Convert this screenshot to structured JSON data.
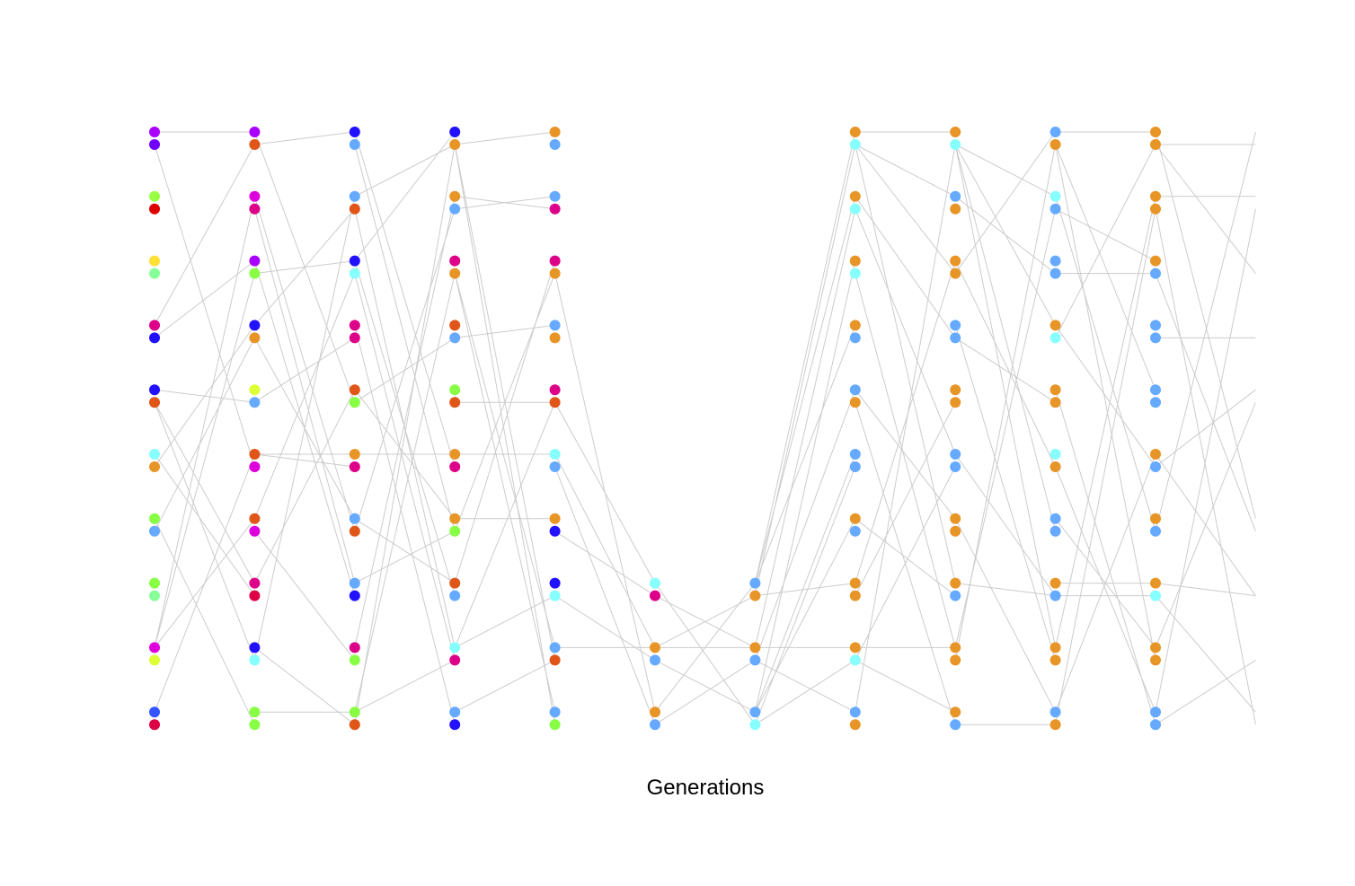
{
  "xlabel": "Generations",
  "palette": {
    "P": "#aa00ff",
    "V": "#7000ff",
    "L": "#99ff44",
    "R": "#dd0000",
    "Y": "#ffe033",
    "M": "#88ff99",
    "K": "#dd0088",
    "B": "#2211ff",
    "O": "#e05518",
    "C": "#88ffff",
    "A": "#e89528",
    "S": "#66aaff",
    "G": "#88ff44",
    "H": "#dd00dd",
    "W": "#ddff33",
    "U": "#3355ff",
    "D": "#dd0044"
  },
  "generations": [
    [
      "P",
      "V",
      "L",
      "R",
      "Y",
      "M",
      "K",
      "B",
      "B",
      "O",
      "C",
      "A",
      "G",
      "S",
      "G",
      "M",
      "H",
      "W",
      "U",
      "D"
    ],
    [
      "P",
      "O",
      "H",
      "K",
      "P",
      "G",
      "B",
      "A",
      "W",
      "S",
      "O",
      "H",
      "O",
      "H",
      "K",
      "D",
      "B",
      "C",
      "G",
      "G"
    ],
    [
      "B",
      "S",
      "S",
      "O",
      "B",
      "C",
      "K",
      "K",
      "O",
      "G",
      "A",
      "K",
      "S",
      "O",
      "S",
      "B",
      "K",
      "G",
      "G",
      "O"
    ],
    [
      "B",
      "A",
      "A",
      "S",
      "K",
      "A",
      "O",
      "S",
      "G",
      "O",
      "A",
      "K",
      "A",
      "G",
      "O",
      "S",
      "C",
      "K",
      "S",
      "B"
    ],
    [
      "A",
      "S",
      "S",
      "K",
      "K",
      "A",
      "S",
      "A",
      "K",
      "O",
      "C",
      "S",
      "A",
      "B",
      "B",
      "C",
      "S",
      "O",
      "S",
      "G"
    ],
    [
      null,
      null,
      null,
      null,
      null,
      null,
      null,
      null,
      null,
      null,
      null,
      null,
      null,
      null,
      "C",
      "K",
      "A",
      "S",
      "A",
      "S"
    ],
    [
      null,
      null,
      null,
      null,
      null,
      null,
      null,
      null,
      null,
      null,
      null,
      null,
      null,
      null,
      "S",
      "A",
      "A",
      "S",
      "S",
      "C"
    ],
    [
      "A",
      "C",
      "A",
      "C",
      "A",
      "C",
      "A",
      "S",
      "S",
      "A",
      "S",
      "S",
      "A",
      "S",
      "A",
      "A",
      "A",
      "C",
      "S",
      "A"
    ],
    [
      "A",
      "C",
      "S",
      "A",
      "A",
      "A",
      "S",
      "S",
      "A",
      "A",
      "S",
      "S",
      "A",
      "A",
      "A",
      "S",
      "A",
      "A",
      "A",
      "S"
    ],
    [
      "S",
      "A",
      "C",
      "S",
      "S",
      "S",
      "A",
      "C",
      "A",
      "A",
      "C",
      "A",
      "S",
      "S",
      "A",
      "S",
      "A",
      "A",
      "S",
      "A"
    ],
    [
      "A",
      "A",
      "A",
      "A",
      "A",
      "S",
      "S",
      "S",
      "S",
      "S",
      "A",
      "S",
      "A",
      "S",
      "A",
      "C",
      "A",
      "A",
      "S",
      "S"
    ]
  ],
  "edges": [
    [
      [
        0,
        0
      ],
      [
        1,
        11
      ],
      [
        6,
        1
      ],
      [
        7,
        4
      ],
      [
        8,
        9
      ],
      [
        9,
        17
      ],
      [
        9,
        14
      ],
      [
        10,
        15
      ],
      [
        11,
        6
      ],
      [
        12,
        19
      ],
      [
        13,
        7
      ],
      [
        16,
        2
      ],
      [
        16,
        5
      ],
      [
        16,
        12
      ],
      [
        18,
        10
      ]
    ],
    [
      [
        0,
        9
      ],
      [
        1,
        0
      ],
      [
        2,
        13
      ],
      [
        3,
        14
      ],
      [
        4,
        15
      ],
      [
        5,
        4
      ],
      [
        6,
        3
      ],
      [
        7,
        12
      ],
      [
        9,
        7
      ],
      [
        10,
        10
      ],
      [
        10,
        11
      ],
      [
        12,
        5
      ],
      [
        13,
        17
      ],
      [
        14,
        8
      ],
      [
        16,
        19
      ],
      [
        17,
        2
      ],
      [
        18,
        18
      ]
    ],
    [
      [
        0,
        11
      ],
      [
        1,
        13
      ],
      [
        2,
        1
      ],
      [
        3,
        16
      ],
      [
        4,
        0
      ],
      [
        4,
        15
      ],
      [
        5,
        17
      ],
      [
        6,
        19
      ],
      [
        8,
        12
      ],
      [
        9,
        7
      ],
      [
        10,
        10
      ],
      [
        12,
        14
      ],
      [
        13,
        3
      ],
      [
        14,
        13
      ],
      [
        16,
        2
      ],
      [
        18,
        5
      ],
      [
        18,
        17
      ],
      [
        19,
        1
      ]
    ],
    [
      [
        1,
        0
      ],
      [
        1,
        17
      ],
      [
        1,
        19
      ],
      [
        2,
        3
      ],
      [
        3,
        2
      ],
      [
        5,
        16
      ],
      [
        5,
        18
      ],
      [
        7,
        6
      ],
      [
        9,
        9
      ],
      [
        10,
        10
      ],
      [
        12,
        12
      ],
      [
        13,
        5
      ],
      [
        14,
        4
      ],
      [
        16,
        9
      ],
      [
        16,
        15
      ],
      [
        18,
        17
      ]
    ],
    [
      [
        5,
        18
      ],
      [
        9,
        14
      ],
      [
        10,
        16
      ],
      [
        11,
        19
      ],
      [
        16,
        16
      ],
      [
        15,
        17
      ],
      [
        13,
        15
      ]
    ],
    [
      [
        14,
        19
      ],
      [
        15,
        16
      ],
      [
        16,
        15
      ],
      [
        16,
        16
      ],
      [
        17,
        18
      ],
      [
        18,
        14
      ],
      [
        19,
        17
      ]
    ],
    [
      [
        14,
        0
      ],
      [
        14,
        2
      ],
      [
        14,
        6
      ],
      [
        15,
        1
      ],
      [
        15,
        14
      ],
      [
        16,
        3
      ],
      [
        16,
        16
      ],
      [
        17,
        8
      ],
      [
        17,
        18
      ],
      [
        18,
        4
      ],
      [
        18,
        10
      ],
      [
        18,
        12
      ],
      [
        19,
        11
      ],
      [
        19,
        17
      ]
    ],
    [
      [
        0,
        0
      ],
      [
        1,
        2
      ],
      [
        1,
        5
      ],
      [
        1,
        14
      ],
      [
        2,
        7
      ],
      [
        3,
        10
      ],
      [
        5,
        16
      ],
      [
        8,
        12
      ],
      [
        9,
        19
      ],
      [
        12,
        15
      ],
      [
        14,
        4
      ],
      [
        15,
        9
      ],
      [
        16,
        16
      ],
      [
        17,
        11
      ],
      [
        17,
        18
      ],
      [
        18,
        1
      ]
    ],
    [
      [
        1,
        2
      ],
      [
        1,
        6
      ],
      [
        1,
        13
      ],
      [
        1,
        16
      ],
      [
        2,
        5
      ],
      [
        4,
        11
      ],
      [
        5,
        0
      ],
      [
        6,
        17
      ],
      [
        7,
        9
      ],
      [
        10,
        15
      ],
      [
        14,
        15
      ],
      [
        16,
        3
      ],
      [
        17,
        1
      ],
      [
        19,
        19
      ],
      [
        12,
        18
      ]
    ],
    [
      [
        0,
        0
      ],
      [
        1,
        8
      ],
      [
        1,
        17
      ],
      [
        2,
        13
      ],
      [
        3,
        4
      ],
      [
        5,
        5
      ],
      [
        6,
        11
      ],
      [
        7,
        1
      ],
      [
        8,
        19
      ],
      [
        11,
        18
      ],
      [
        12,
        16
      ],
      [
        14,
        14
      ],
      [
        15,
        15
      ],
      [
        16,
        2
      ],
      [
        18,
        10
      ],
      [
        19,
        3
      ]
    ],
    [
      [
        1,
        1
      ],
      [
        1,
        5
      ],
      [
        0,
        12
      ],
      [
        2,
        2
      ],
      [
        3,
        19
      ],
      [
        5,
        13
      ],
      [
        7,
        7
      ],
      [
        10,
        15
      ],
      [
        11,
        8
      ],
      [
        13,
        0
      ],
      [
        14,
        15
      ],
      [
        15,
        18
      ],
      [
        16,
        9
      ],
      [
        18,
        3
      ],
      [
        19,
        17
      ]
    ]
  ]
}
